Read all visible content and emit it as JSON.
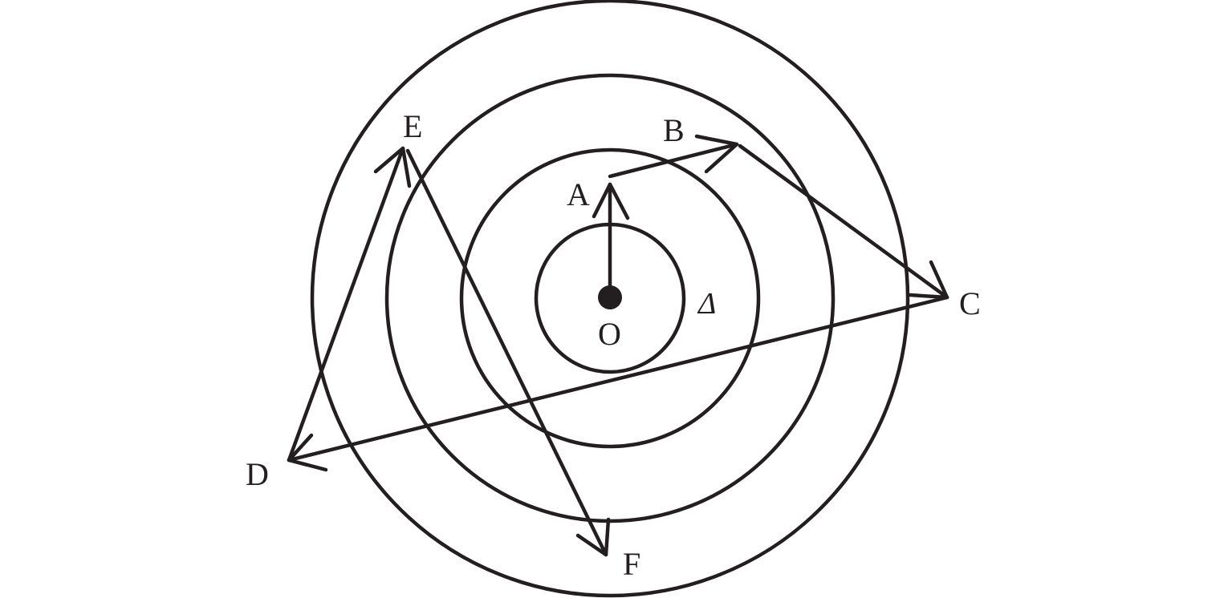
{
  "diagram": {
    "center_label": "O",
    "ring_spacing_label": "Δ",
    "ring_count": 4,
    "point_labels": {
      "A": "A",
      "B": "B",
      "C": "C",
      "D": "D",
      "E": "E",
      "F": "F"
    },
    "path_order": [
      "O",
      "A",
      "B",
      "C",
      "D",
      "E",
      "F"
    ],
    "line_color": "#231f20"
  }
}
